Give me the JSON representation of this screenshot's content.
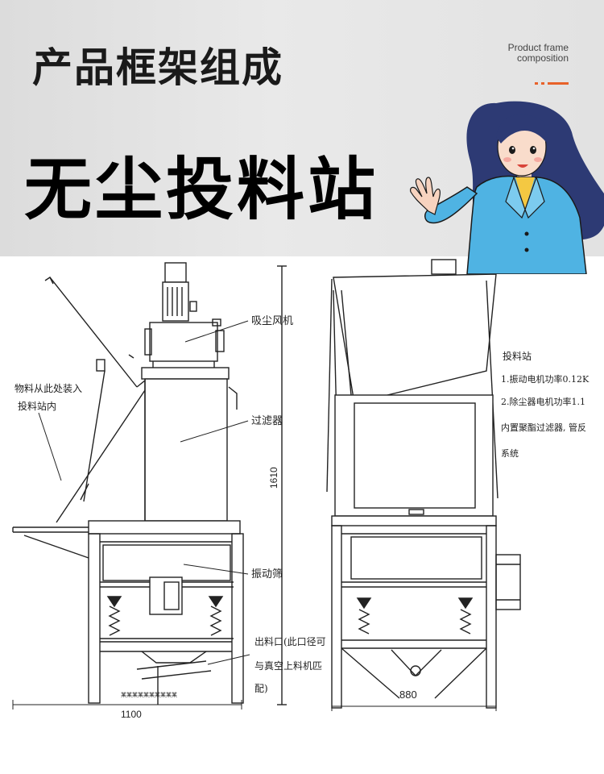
{
  "header": {
    "subtitle": "产品框架组成",
    "english_line1": "Product frame",
    "english_line2": "composition",
    "title": "无尘投料站",
    "accent_color": "#e8622a"
  },
  "diagram": {
    "labels": {
      "fan": "吸尘风机",
      "material_line1": "物料从此处装入",
      "material_line2": "投料站内",
      "filter": "过滤器",
      "vibrating_screen": "振动筛",
      "outlet_line1": "出料口(此口径可",
      "outlet_line2": "与真空上料机匹",
      "outlet_line3": "配)",
      "station_title": "投料站",
      "spec1": "1.振动电机功率0.12K",
      "spec2": "2.除尘器电机功率1.1",
      "spec3": "内置聚酯过滤器, 管反",
      "spec4": "系统",
      "plate_text": "某某某某某某某某某某"
    },
    "dimensions": {
      "height": "1610",
      "width_left": "1100",
      "width_right": "880"
    }
  }
}
